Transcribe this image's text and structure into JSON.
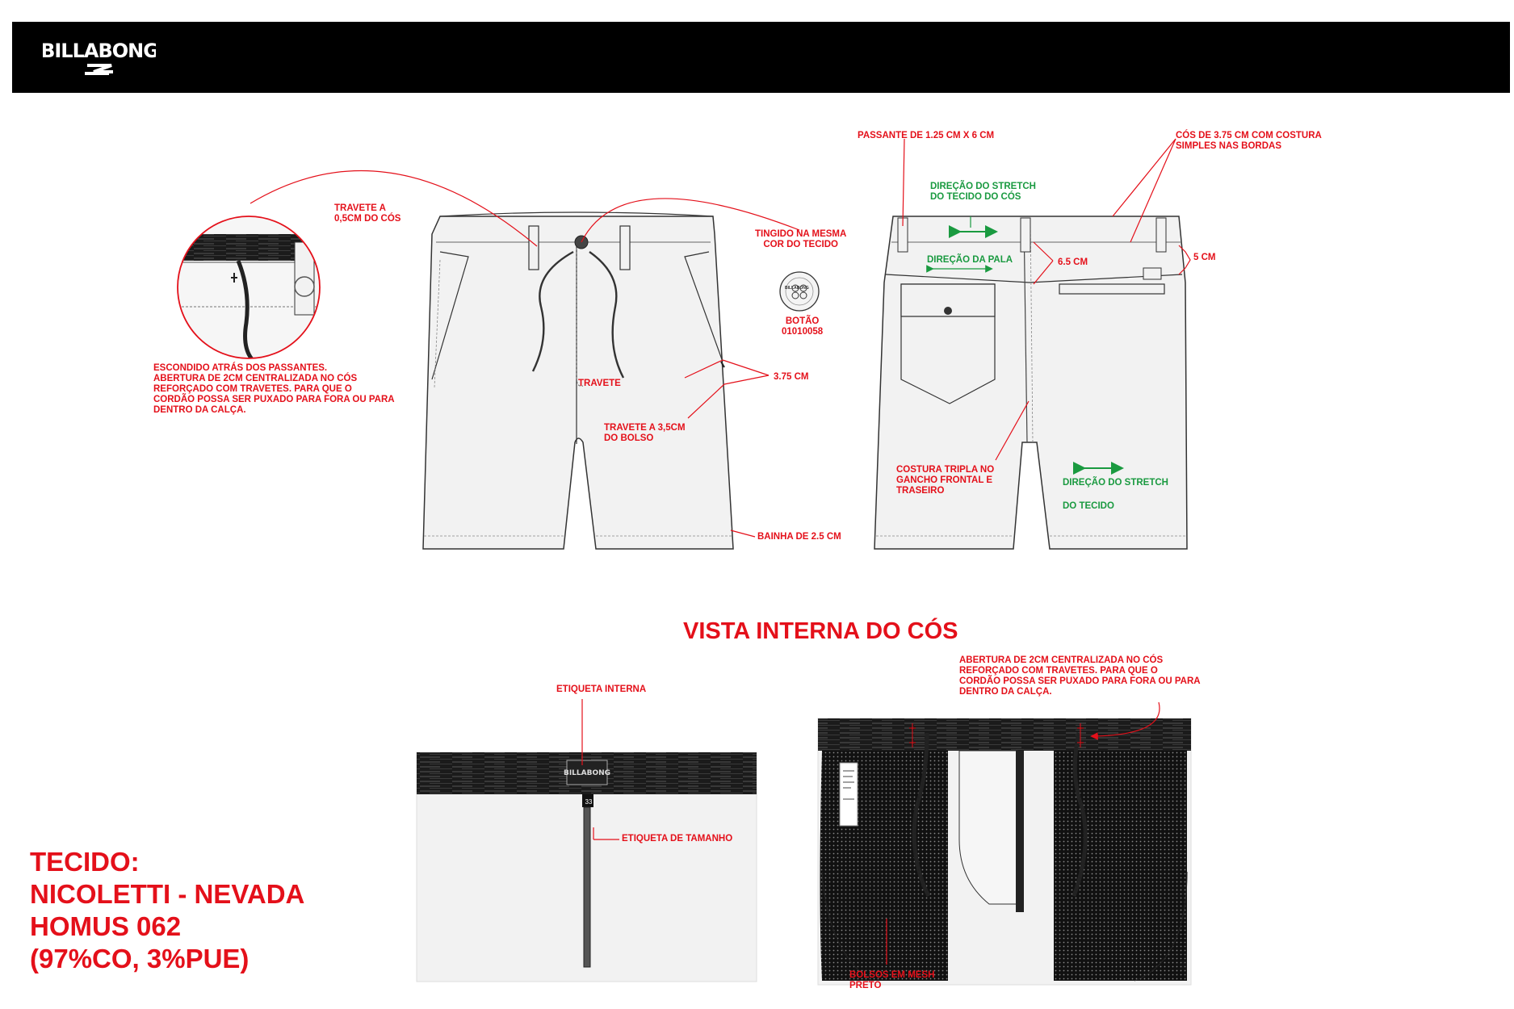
{
  "brand": {
    "logo_text": "BILLABONG"
  },
  "annotations_front": {
    "hidden_note": "ESCONDIDO ATRÁS DOS PASSANTES.\nABERTURA DE 2CM CENTRALIZADA NO CÓS\nREFORÇADO COM TRAVETES. PARA QUE O\nCORDÃO POSSA SER PUXADO PARA FORA OU PARA\nDENTRO DA CALÇA.",
    "travete_cos": "TRAVETE A\n0,5CM DO CÓS",
    "tingido": "TINGIDO NA MESMA\nCOR DO TECIDO",
    "botao": "BOTÃO\n01010058",
    "button_logo": "BILLABONG",
    "travete": "TRAVETE",
    "pocket_width": "3.75 CM",
    "travete_bolso": "TRAVETE A 3,5CM\nDO BOLSO",
    "bainha": "BAINHA DE 2.5 CM"
  },
  "annotations_back": {
    "passante": "PASSANTE DE 1.25 CM  X  6 CM",
    "cos": "CÓS DE 3.75 CM COM COSTURA\nSIMPLES NAS BORDAS",
    "stretch_cos": "DIREÇÃO DO STRETCH\nDO TECIDO DO CÓS",
    "direcao_pala": "DIREÇÃO DA PALA",
    "pala_height": "6.5 CM",
    "five_cm": "5 CM",
    "costura_tripla": "COSTURA TRIPLA NO\nGANCHO FRONTAL E\nTRASEIRO",
    "stretch_tecido_1": "DIREÇÃO DO STRETCH",
    "stretch_tecido_2": "DO TECIDO"
  },
  "waistband_view": {
    "title": "VISTA INTERNA DO CÓS",
    "etiqueta_interna": "ETIQUETA INTERNA",
    "etiqueta_tamanho": "ETIQUETA DE TAMANHO",
    "size_label": "33",
    "abertura_note": "ABERTURA DE 2CM CENTRALIZADA NO CÓS\nREFORÇADO COM TRAVETES. PARA QUE O\nCORDÃO POSSA SER PUXADO PARA FORA OU PARA\nDENTRO DA CALÇA.",
    "bolsos_mesh": "BOLSOS EM MESH\nPRETO"
  },
  "fabric": {
    "line1": "TECIDO:",
    "line2": "NICOLETTI - NEVADA",
    "line3": "HOMUS 062",
    "line4": "(97%CO, 3%PUE)"
  },
  "colors": {
    "accent_red": "#e4101a",
    "accent_green": "#1a9a40",
    "garment_fill": "#f2f2f2",
    "waistband_dark": "#1b1b1b"
  }
}
